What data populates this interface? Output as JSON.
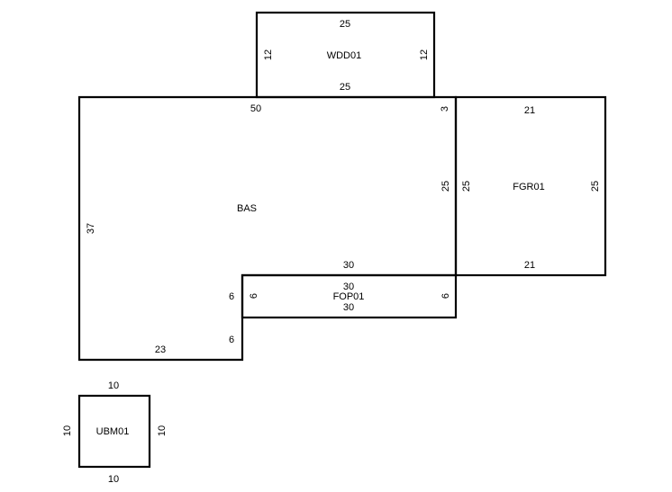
{
  "areas": {
    "wdd": {
      "label": "WDD01",
      "dims": {
        "top": "25",
        "bottom": "25",
        "left": "12",
        "right": "12"
      }
    },
    "bas": {
      "label": "BAS",
      "dims": {
        "top": "50",
        "right_upper": "3",
        "right": "25",
        "inner_top": "30",
        "step": "6",
        "step_lower": "6",
        "bottom": "23",
        "left": "37"
      }
    },
    "fgr": {
      "label": "FGR01",
      "dims": {
        "top": "21",
        "bottom": "21",
        "left": "25",
        "right": "25"
      }
    },
    "fop": {
      "label": "FOP01",
      "dims": {
        "top": "30",
        "bottom": "30",
        "left": "6",
        "right": "6"
      }
    },
    "ubm": {
      "label": "UBM01",
      "dims": {
        "top": "10",
        "bottom": "10",
        "left": "10",
        "right": "10"
      }
    }
  }
}
